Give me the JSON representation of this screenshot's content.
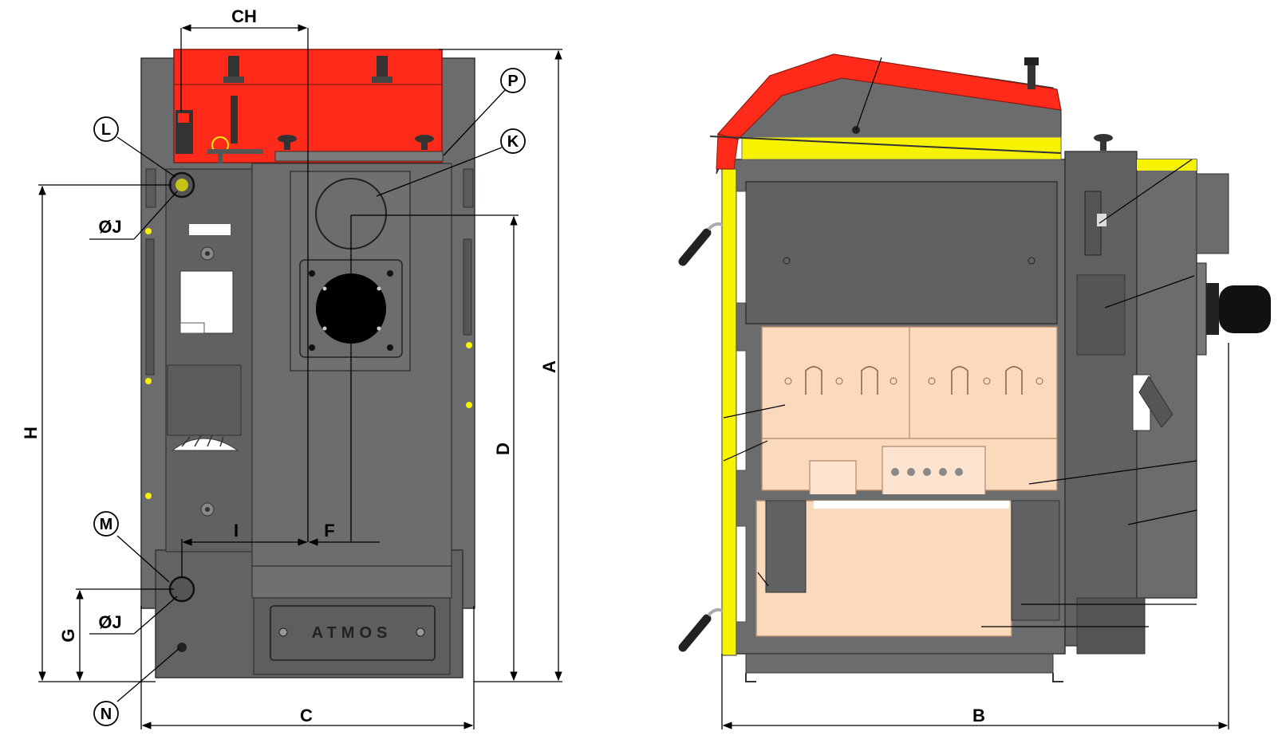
{
  "front_view": {
    "dimensions": {
      "ch": "CH",
      "a": "A",
      "h": "H",
      "d": "D",
      "g": "G",
      "c": "C",
      "i": "I",
      "f": "F",
      "j_top": "ØJ",
      "j_bottom": "ØJ"
    },
    "callouts": {
      "l": "L",
      "p": "P",
      "k": "K",
      "m": "M",
      "n": "N"
    },
    "brand_plate": "ATMOS"
  },
  "side_view": {
    "dimensions": {
      "b": "B"
    }
  },
  "colors": {
    "body": "#5f6163",
    "body_dark": "#4b4d4f",
    "accent_red": "#ff2a1a",
    "accent_yellow": "#f6f200",
    "chamber": "#fad9bd",
    "flue": "#000000"
  }
}
